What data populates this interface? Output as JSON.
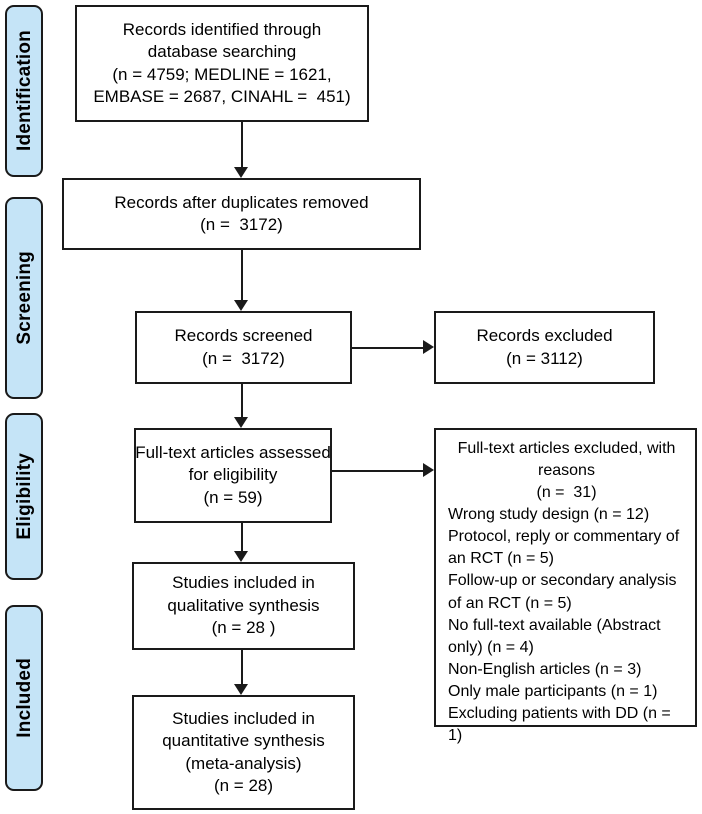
{
  "diagram": {
    "type": "prisma-flow-diagram",
    "accent_color": "#c5e4f7",
    "line_color": "#1a1a1a",
    "background_color": "#ffffff"
  },
  "stages": [
    {
      "label": "Identification"
    },
    {
      "label": "Screening"
    },
    {
      "label": "Eligibility"
    },
    {
      "label": "Included"
    }
  ],
  "nodes": {
    "identified": {
      "lines": [
        "Records identified through",
        "database searching",
        "(n = 4759; MEDLINE = 1621,",
        "EMBASE = 2687, CINAHL =  451)"
      ]
    },
    "duplicates_removed": {
      "lines": [
        "Records after duplicates removed",
        "(n =  3172)"
      ]
    },
    "screened": {
      "lines": [
        "Records screened",
        "(n =  3172)"
      ]
    },
    "records_excluded": {
      "lines": [
        "Records excluded",
        "(n = 3112)"
      ]
    },
    "fulltext_assessed": {
      "lines": [
        "Full-text articles assessed",
        "for eligibility",
        "(n = 59)"
      ]
    },
    "fulltext_excluded": {
      "heading": [
        "Full-text articles excluded, with",
        "reasons",
        "(n =  31)"
      ],
      "reasons": [
        "Wrong study design (n = 12)",
        "Protocol, reply or commentary of an RCT (n = 5)",
        "Follow-up or secondary analysis of an RCT (n = 5)",
        "No full-text available (Abstract only) (n = 4)",
        "Non-English articles (n = 3)",
        "Only male participants (n = 1)",
        "Excluding patients with DD (n = 1)"
      ]
    },
    "qualitative": {
      "lines": [
        "Studies included in",
        "qualitative synthesis",
        "(n = 28 )"
      ]
    },
    "quantitative": {
      "lines": [
        "Studies included in",
        "quantitative synthesis",
        "(meta-analysis)",
        "(n = 28)"
      ]
    }
  }
}
